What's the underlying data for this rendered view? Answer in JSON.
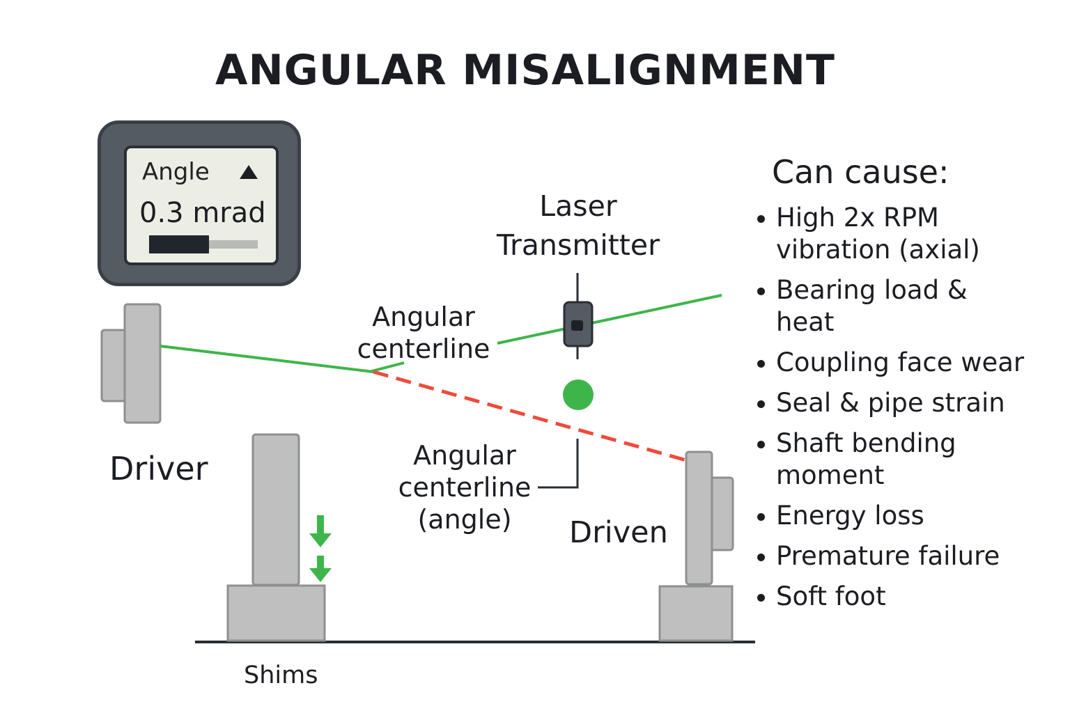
{
  "title": "ANGULAR MISALIGNMENT",
  "device": {
    "label": "Angle",
    "indicator_icon": "triangle-up-icon",
    "value": "0.3 mrad",
    "level_fraction": 0.55
  },
  "labels": {
    "laser": [
      "Laser",
      "Transmitter"
    ],
    "angular_centerline": [
      "Angular",
      "centerline"
    ],
    "angular_angle": [
      "Angular",
      "centerline",
      "(angle)"
    ],
    "driver": "Driver",
    "driven": "Driven",
    "shims": "Shims"
  },
  "causes": {
    "title": "Can cause:",
    "items": [
      [
        "High 2x RPM",
        "vibration (axial)"
      ],
      [
        "Bearing load &",
        "heat"
      ],
      [
        "Coupling face wear"
      ],
      [
        "Seal & pipe strain"
      ],
      [
        "Shaft bending",
        "moment"
      ],
      [
        "Energy loss"
      ],
      [
        "Premature failure"
      ],
      [
        "Soft foot"
      ]
    ]
  },
  "colors": {
    "laser_beam": "#3db54a",
    "misalignment_line": "#f04a3a",
    "machine_gray": "#bebfbe",
    "machine_edge": "#8e908f",
    "device_body": "#555b63"
  }
}
